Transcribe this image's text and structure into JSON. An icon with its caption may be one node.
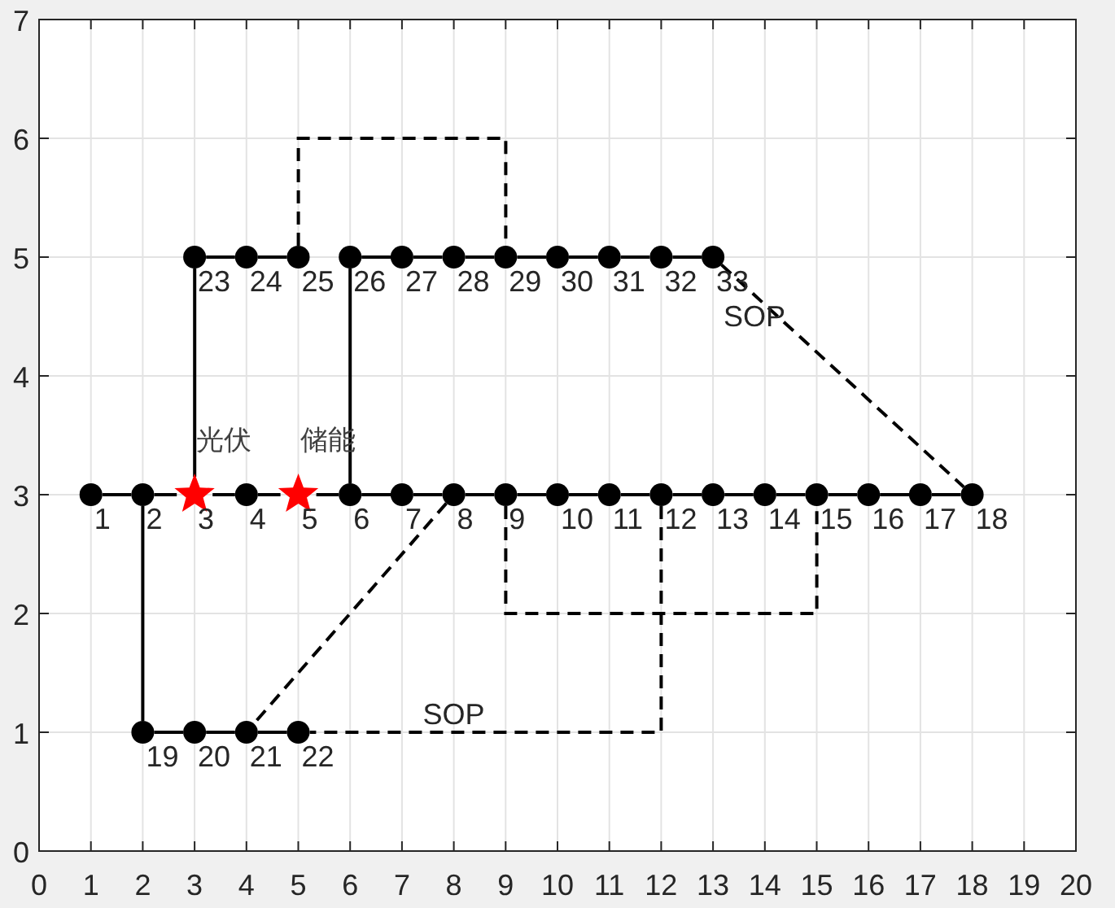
{
  "diagram": {
    "nodes": [
      {
        "text": [],
        "shape": "circle",
        "beside": [
          "1"
        ]
      },
      {
        "text": [],
        "shape": "circle",
        "beside": [
          "2"
        ]
      },
      {
        "text": [],
        "shape": "star",
        "beside": [
          "光伏",
          "3"
        ]
      },
      {
        "text": [],
        "shape": "circle",
        "beside": [
          "4"
        ]
      },
      {
        "text": [],
        "shape": "star",
        "beside": [
          "储能",
          "5"
        ]
      },
      {
        "text": [],
        "shape": "circle",
        "beside": [
          "6"
        ]
      },
      {
        "text": [],
        "shape": "circle",
        "beside": [
          "7"
        ]
      },
      {
        "text": [],
        "shape": "circle",
        "beside": [
          "8"
        ]
      },
      {
        "text": [],
        "shape": "circle",
        "beside": [
          "9"
        ]
      },
      {
        "text": [],
        "shape": "circle",
        "beside": [
          "10"
        ]
      },
      {
        "text": [],
        "shape": "circle",
        "beside": [
          "11"
        ]
      },
      {
        "text": [],
        "shape": "circle",
        "beside": [
          "12"
        ]
      },
      {
        "text": [],
        "shape": "circle",
        "beside": [
          "13"
        ]
      },
      {
        "text": [],
        "shape": "circle",
        "beside": [
          "14"
        ]
      },
      {
        "text": [],
        "shape": "circle",
        "beside": [
          "15"
        ]
      },
      {
        "text": [],
        "shape": "circle",
        "beside": [
          "16"
        ]
      },
      {
        "text": [],
        "shape": "circle",
        "beside": [
          "17"
        ]
      },
      {
        "text": [],
        "shape": "circle",
        "beside": [
          "18"
        ]
      },
      {
        "text": [],
        "shape": "circle",
        "beside": [
          "19"
        ]
      },
      {
        "text": [],
        "shape": "circle",
        "beside": [
          "20"
        ]
      },
      {
        "text": [],
        "shape": "circle",
        "beside": [
          "21"
        ]
      },
      {
        "text": [],
        "shape": "circle",
        "beside": [
          "22"
        ]
      },
      {
        "text": [],
        "shape": "circle",
        "beside": [
          "23"
        ]
      },
      {
        "text": [],
        "shape": "circle",
        "beside": [
          "24"
        ]
      },
      {
        "text": [],
        "shape": "circle",
        "beside": [
          "25"
        ]
      },
      {
        "text": [],
        "shape": "circle",
        "beside": [
          "26"
        ]
      },
      {
        "text": [],
        "shape": "circle",
        "beside": [
          "27"
        ]
      },
      {
        "text": [],
        "shape": "circle",
        "beside": [
          "28"
        ]
      },
      {
        "text": [],
        "shape": "circle",
        "beside": [
          "29"
        ]
      },
      {
        "text": [],
        "shape": "circle",
        "beside": [
          "30"
        ]
      },
      {
        "text": [],
        "shape": "circle",
        "beside": [
          "31"
        ]
      },
      {
        "text": [],
        "shape": "circle",
        "beside": [
          "32"
        ]
      },
      {
        "text": [],
        "shape": "circle",
        "beside": [
          "33"
        ]
      }
    ],
    "edges": [
      {
        "from": 0,
        "to": 1,
        "arrow": "none"
      },
      {
        "from": 1,
        "to": 2,
        "arrow": "none"
      },
      {
        "from": 2,
        "to": 3,
        "arrow": "none"
      },
      {
        "from": 3,
        "to": 4,
        "arrow": "none"
      },
      {
        "from": 4,
        "to": 5,
        "arrow": "none"
      },
      {
        "from": 5,
        "to": 6,
        "arrow": "none"
      },
      {
        "from": 6,
        "to": 7,
        "arrow": "none"
      },
      {
        "from": 7,
        "to": 8,
        "arrow": "none"
      },
      {
        "from": 8,
        "to": 9,
        "arrow": "none"
      },
      {
        "from": 9,
        "to": 10,
        "arrow": "none"
      },
      {
        "from": 10,
        "to": 11,
        "arrow": "none"
      },
      {
        "from": 11,
        "to": 12,
        "arrow": "none"
      },
      {
        "from": 12,
        "to": 13,
        "arrow": "none"
      },
      {
        "from": 13,
        "to": 14,
        "arrow": "none"
      },
      {
        "from": 14,
        "to": 15,
        "arrow": "none"
      },
      {
        "from": 15,
        "to": 16,
        "arrow": "none"
      },
      {
        "from": 16,
        "to": 17,
        "arrow": "none"
      },
      {
        "from": 1,
        "to": 18,
        "arrow": "none"
      },
      {
        "from": 18,
        "to": 19,
        "arrow": "none"
      },
      {
        "from": 19,
        "to": 20,
        "arrow": "none"
      },
      {
        "from": 20,
        "to": 21,
        "arrow": "none"
      },
      {
        "from": 2,
        "to": 22,
        "arrow": "none"
      },
      {
        "from": 22,
        "to": 23,
        "arrow": "none"
      },
      {
        "from": 23,
        "to": 24,
        "arrow": "none"
      },
      {
        "from": 5,
        "to": 25,
        "arrow": "none"
      },
      {
        "from": 25,
        "to": 26,
        "arrow": "none"
      },
      {
        "from": 26,
        "to": 27,
        "arrow": "none"
      },
      {
        "from": 27,
        "to": 28,
        "arrow": "none"
      },
      {
        "from": 28,
        "to": 29,
        "arrow": "none"
      },
      {
        "from": 29,
        "to": 30,
        "arrow": "none"
      },
      {
        "from": 30,
        "to": 31,
        "arrow": "none"
      },
      {
        "from": 31,
        "to": 32,
        "arrow": "none"
      },
      {
        "from": 24,
        "to": 28,
        "arrow": "none",
        "style": "dashed"
      },
      {
        "from": 32,
        "to": 17,
        "arrow": "none",
        "style": "dashed",
        "label": "SOP"
      },
      {
        "from": 7,
        "to": 20,
        "arrow": "none",
        "style": "dashed"
      },
      {
        "from": 8,
        "to": 14,
        "arrow": "none",
        "style": "dashed"
      },
      {
        "from": 11,
        "to": 21,
        "arrow": "none",
        "style": "dashed",
        "label": "SOP"
      }
    ],
    "labels": [
      "7",
      "6",
      "5",
      "4",
      "3",
      "2",
      "1",
      "0",
      "0",
      "1",
      "2",
      "3",
      "4",
      "5",
      "6",
      "7",
      "8",
      "9",
      "10",
      "11",
      "12",
      "13",
      "14",
      "15",
      "16",
      "17",
      "18",
      "19",
      "20"
    ]
  }
}
